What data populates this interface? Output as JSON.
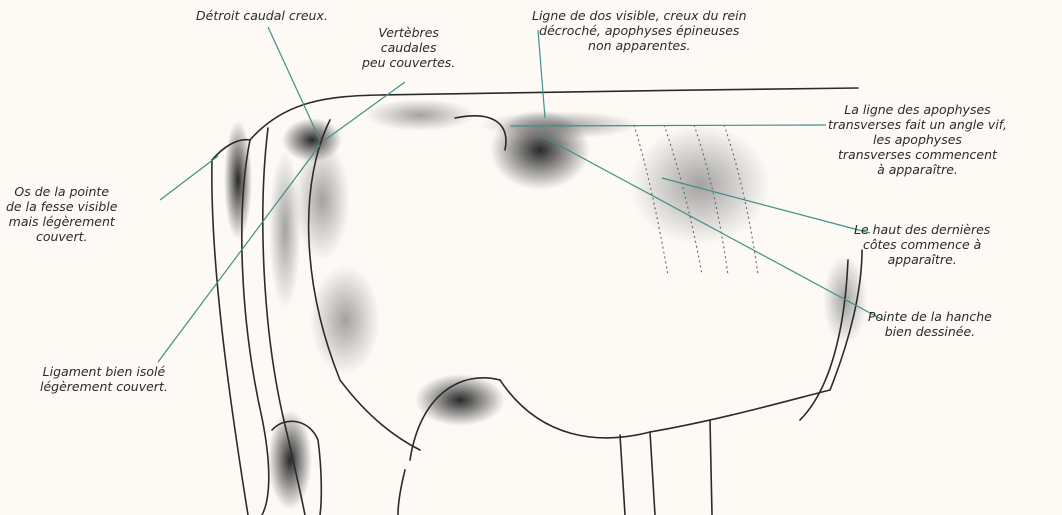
{
  "colors": {
    "background": "#fdfaf6",
    "ink": "#2b2b2b",
    "leader": "#3f8f8b",
    "shade": "#555555"
  },
  "labels": {
    "detroit": [
      "Détroit caudal creux."
    ],
    "vertebres": [
      "Vertèbres",
      "caudales",
      "peu couvertes."
    ],
    "ligne_dos": [
      "Ligne de dos visible, creux du rein",
      "décroché, apophyses épineuses",
      "non apparentes."
    ],
    "apophyses": [
      "La ligne des apophyses",
      "transverses fait un angle vif,",
      "les apophyses",
      "transverses commencent",
      "à apparaître."
    ],
    "os_fesse": [
      "Os de la pointe",
      "de la fesse visible",
      "mais légèrement",
      "couvert."
    ],
    "cotes": [
      "Le haut des dernières",
      "côtes commence à",
      "apparaître."
    ],
    "hanche": [
      "Pointe de la hanche",
      "bien dessinée."
    ],
    "ligament": [
      "Ligament bien isolé",
      "légèrement couvert."
    ]
  }
}
